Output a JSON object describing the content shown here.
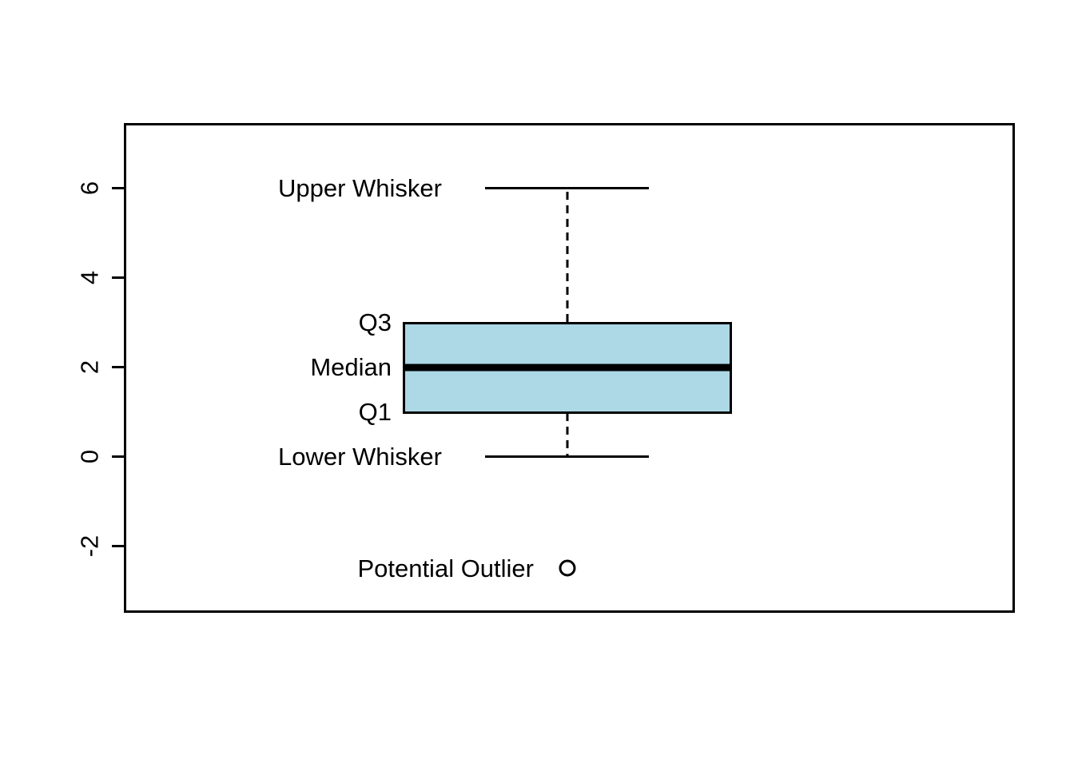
{
  "chart_data": {
    "type": "box",
    "title": "",
    "xlabel": "",
    "ylabel": "",
    "orientation": "vertical",
    "grid": false,
    "legend": "none",
    "ylim": [
      -3.2,
      7.2
    ],
    "y_ticks": [
      -2,
      0,
      2,
      4,
      6
    ],
    "y_tick_labels": [
      "-2",
      "0",
      "2",
      "4",
      "6"
    ],
    "box_fill_color": "#ADD8E6",
    "line_color": "#000000",
    "background_color": "#FFFFFF",
    "boxes": [
      {
        "name": "series-1",
        "lower_whisker": 0,
        "q1": 1,
        "median": 2,
        "q3": 3,
        "upper_whisker": 6,
        "outliers": [
          -2.5
        ]
      }
    ],
    "annotations": [
      {
        "id": "upper-whisker",
        "text": "Upper Whisker",
        "value": 6
      },
      {
        "id": "q3",
        "text": "Q3",
        "value": 3
      },
      {
        "id": "median",
        "text": "Median",
        "value": 2
      },
      {
        "id": "q1",
        "text": "Q1",
        "value": 1
      },
      {
        "id": "lower-whisker",
        "text": "Lower Whisker",
        "value": 0
      },
      {
        "id": "potential-outlier",
        "text": "Potential Outlier",
        "value": -2.5
      }
    ]
  },
  "axis": {
    "y_tick_labels": {
      "t6": "6",
      "t4": "4",
      "t2": "2",
      "t0": "0",
      "tm2": "-2"
    }
  },
  "labels": {
    "upper_whisker": "Upper Whisker",
    "q3": "Q3",
    "median": "Median",
    "q1": "Q1",
    "lower_whisker": "Lower Whisker",
    "potential_outlier": "Potential Outlier"
  }
}
